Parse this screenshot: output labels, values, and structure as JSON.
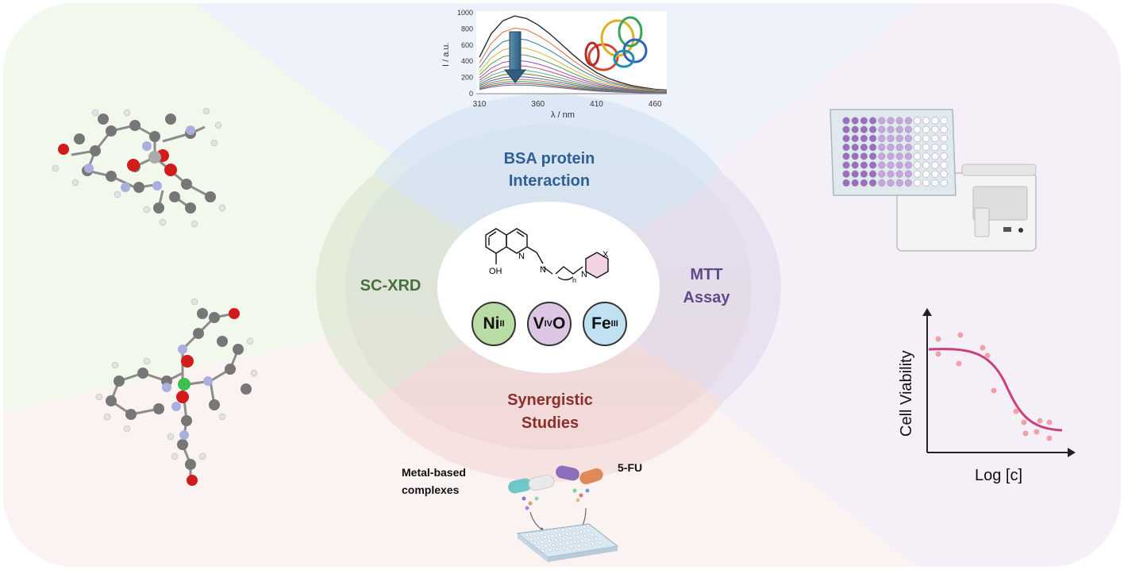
{
  "sections": {
    "top": "BSA protein Interaction",
    "top_line1": "BSA protein",
    "top_line2": "Interaction",
    "left": "SC-XRD",
    "right_line1": "MTT",
    "right_line2": "Assay",
    "bottom_line1": "Synergistic",
    "bottom_line2": "Studies"
  },
  "colors": {
    "top": "#2f5f95",
    "left": "#4a6f3e",
    "right": "#5c4a8a",
    "bottom": "#8a2f2a",
    "ni_fill": "#b9dba4",
    "v_fill": "#dcc6e4",
    "fe_fill": "#bfe1f2",
    "sigmoid": "#c8417a",
    "points": "#f0a1a8"
  },
  "metal_ions": [
    {
      "symbol": "Ni",
      "ox": "II"
    },
    {
      "symbol": "V",
      "ox": "IV",
      "suffix": "O"
    },
    {
      "symbol": "Fe",
      "ox": "III"
    }
  ],
  "ligand": {
    "oh": "OH",
    "n1": "N",
    "n2": "N",
    "n3": "N",
    "x": "X",
    "n_sub": "n"
  },
  "fluorescence_chart": {
    "ylabel": "I / a.u.",
    "xlabel": "λ / nm",
    "yticks": [
      "1000",
      "800",
      "600",
      "400",
      "200",
      "0"
    ],
    "xticks": [
      "310",
      "360",
      "410",
      "460"
    ]
  },
  "viability_chart": {
    "ylabel": "Cell Viability",
    "xlabel": "Log [c]"
  },
  "synergy": {
    "metal_label_line1": "Metal-based",
    "metal_label_line2": "complexes",
    "drug_label": "5-FU"
  },
  "chart_data": {
    "type": "line",
    "x": [
      310,
      320,
      330,
      340,
      350,
      360,
      370,
      380,
      390,
      400,
      410,
      420,
      430,
      440,
      450,
      460,
      470
    ],
    "series": [
      {
        "values": [
          450,
          740,
          900,
          960,
          930,
          850,
          740,
          610,
          480,
          360,
          260,
          190,
          140,
          100,
          75,
          55,
          45
        ]
      },
      {
        "values": [
          380,
          620,
          760,
          810,
          790,
          720,
          630,
          520,
          410,
          310,
          225,
          160,
          120,
          90,
          65,
          50,
          40
        ]
      },
      {
        "values": [
          320,
          520,
          640,
          680,
          665,
          610,
          535,
          445,
          350,
          265,
          195,
          140,
          105,
          78,
          58,
          44,
          35
        ]
      },
      {
        "values": [
          270,
          440,
          540,
          575,
          560,
          515,
          450,
          375,
          295,
          225,
          165,
          120,
          90,
          67,
          50,
          38,
          30
        ]
      },
      {
        "values": [
          230,
          370,
          455,
          485,
          475,
          435,
          380,
          318,
          250,
          190,
          140,
          102,
          77,
          57,
          43,
          33,
          26
        ]
      },
      {
        "values": [
          195,
          315,
          385,
          410,
          400,
          368,
          322,
          268,
          212,
          162,
          120,
          88,
          66,
          49,
          37,
          28,
          22
        ]
      },
      {
        "values": [
          165,
          265,
          325,
          347,
          340,
          312,
          273,
          228,
          180,
          138,
          102,
          75,
          56,
          42,
          32,
          24,
          19
        ]
      },
      {
        "values": [
          140,
          225,
          275,
          294,
          288,
          264,
          231,
          193,
          153,
          117,
          87,
          64,
          48,
          36,
          27,
          21,
          16
        ]
      },
      {
        "values": [
          118,
          190,
          233,
          249,
          244,
          224,
          196,
          164,
          130,
          100,
          74,
          54,
          41,
          31,
          23,
          18,
          14
        ]
      },
      {
        "values": [
          100,
          161,
          197,
          211,
          206,
          190,
          166,
          139,
          110,
          85,
          63,
          46,
          35,
          26,
          20,
          15,
          12
        ]
      },
      {
        "values": [
          85,
          136,
          167,
          178,
          174,
          160,
          140,
          117,
          93,
          72,
          53,
          39,
          30,
          22,
          17,
          13,
          10
        ]
      },
      {
        "values": [
          72,
          115,
          141,
          151,
          148,
          136,
          119,
          99,
          79,
          61,
          45,
          33,
          25,
          19,
          14,
          11,
          9
        ]
      },
      {
        "values": [
          60,
          97,
          119,
          127,
          125,
          115,
          100,
          84,
          67,
          52,
          38,
          28,
          21,
          16,
          12,
          9,
          7
        ]
      },
      {
        "values": [
          50,
          81,
          100,
          107,
          105,
          96,
          84,
          71,
          56,
          44,
          32,
          24,
          18,
          14,
          10,
          8,
          6
        ]
      }
    ],
    "xlim": [
      310,
      470
    ],
    "ylim": [
      0,
      1000
    ]
  }
}
